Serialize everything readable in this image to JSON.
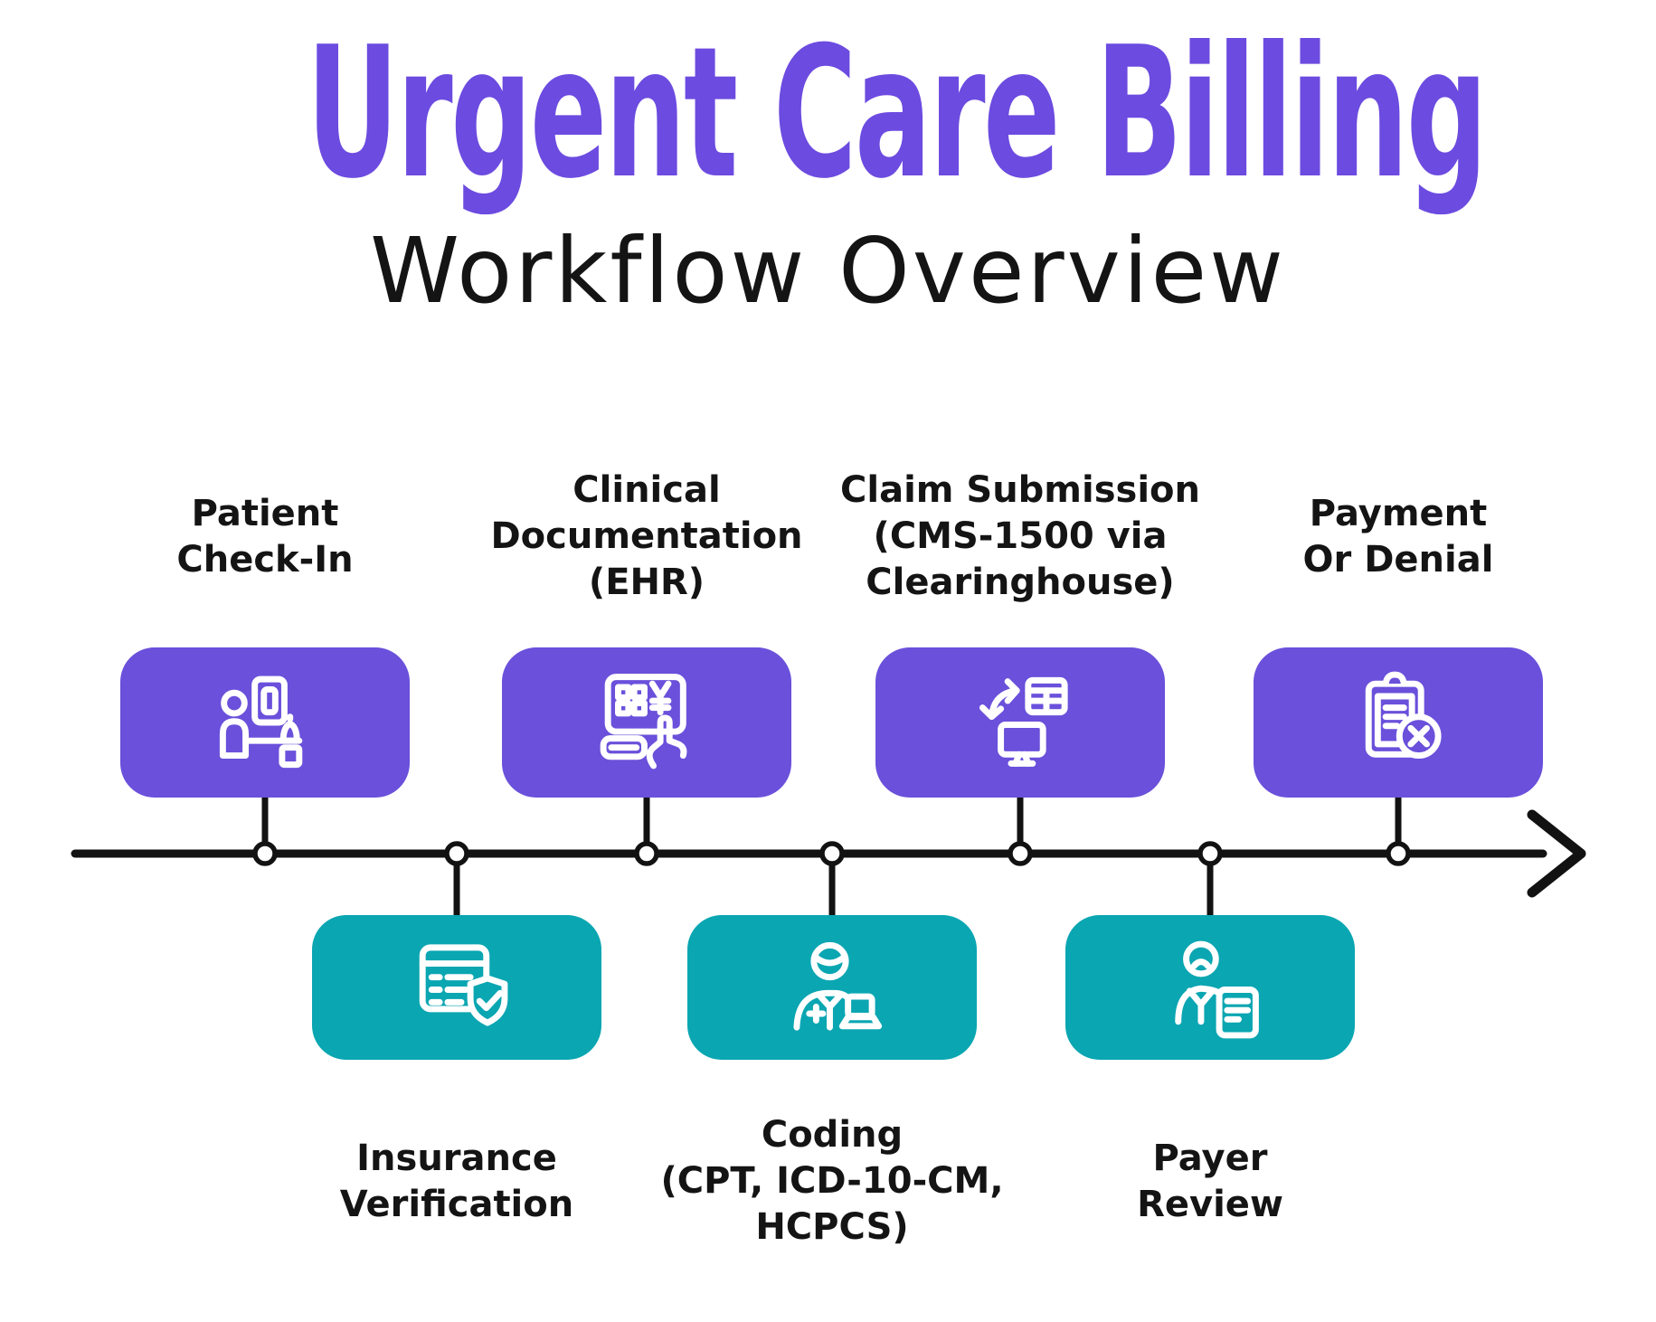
{
  "page": {
    "title": "Urgent Care Billing",
    "subtitle": "Workflow Overview"
  },
  "colors": {
    "title_purple": "#6C4BE0",
    "purple": "#6A50DB",
    "teal": "#0AA6B2",
    "line_black": "#121212",
    "text_black": "#141414",
    "icon_white": "#FFFFFF"
  },
  "timeline": {
    "direction": "left-to-right",
    "node_count": 7
  },
  "steps": [
    {
      "label": "Patient Check-In",
      "lines": [
        "Patient",
        "Check-In"
      ],
      "position": "above",
      "icon": "patient-check-in-icon"
    },
    {
      "label": "Insurance Verification",
      "lines": [
        "Insurance",
        "Verification"
      ],
      "position": "below",
      "icon": "insurance-verification-icon"
    },
    {
      "label": "Clinical Documentation (EHR)",
      "lines": [
        "Clinical",
        "Documentation",
        "(EHR)"
      ],
      "position": "above",
      "icon": "ehr-documentation-icon"
    },
    {
      "label": "Coding (CPT, ICD-10-CM, HCPCS)",
      "lines": [
        "Coding",
        "(CPT, ICD-10-CM,",
        "HCPCS)"
      ],
      "position": "below",
      "icon": "coding-icon"
    },
    {
      "label": "Claim Submission (CMS-1500 via Clearinghouse)",
      "lines": [
        "Claim Submission",
        "(CMS-1500 via",
        "Clearinghouse)"
      ],
      "position": "above",
      "icon": "claim-submission-icon"
    },
    {
      "label": "Payer Review",
      "lines": [
        "Payer",
        "Review"
      ],
      "position": "below",
      "icon": "payer-review-icon"
    },
    {
      "label": "Payment Or Denial",
      "lines": [
        "Payment",
        "Or Denial"
      ],
      "position": "above",
      "icon": "payment-or-denial-icon"
    }
  ]
}
